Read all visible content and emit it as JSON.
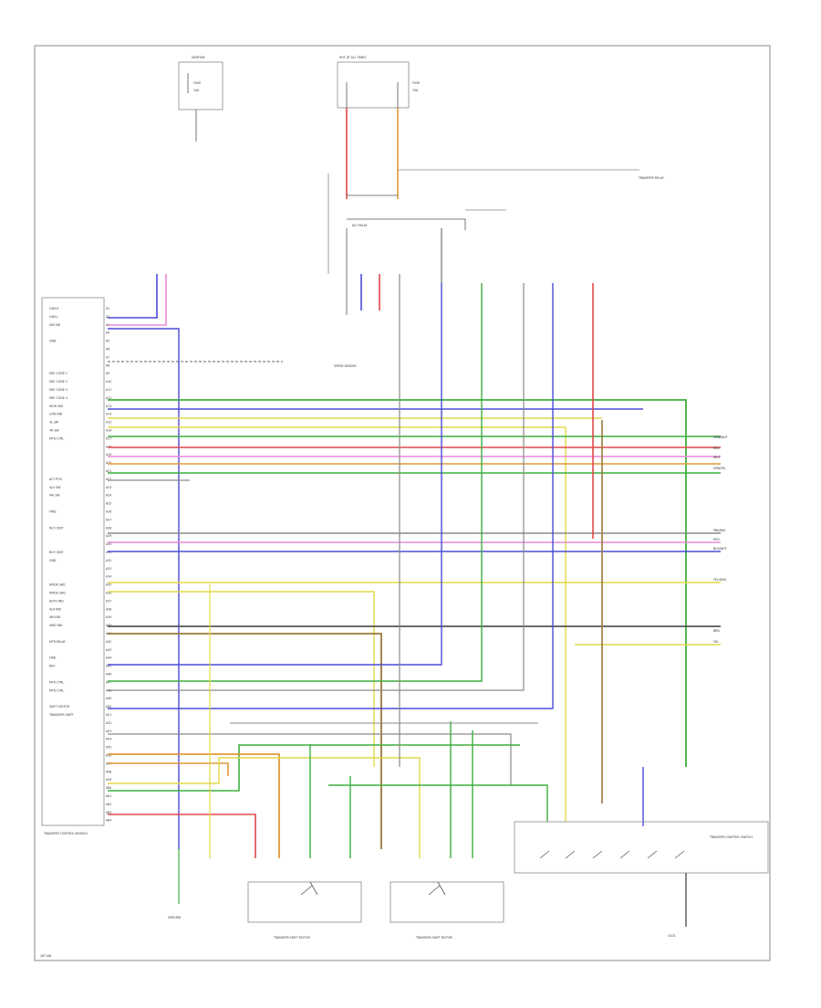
{
  "diagram": {
    "figure_id": "167148",
    "module_label": "TRANSFER CONTROL MODULE",
    "left_connector_pins": [
      "A1",
      "A2",
      "A3",
      "A4",
      "A5",
      "A6",
      "A7",
      "A8",
      "A9",
      "A10",
      "A11",
      "A12",
      "A13",
      "A14",
      "A15",
      "A16",
      "A17",
      "A18",
      "A19",
      "A20",
      "A21",
      "A22",
      "A23",
      "A24",
      "A25",
      "A26",
      "A27",
      "A28",
      "A29",
      "A30",
      "A31",
      "A32",
      "A33",
      "A34",
      "A35",
      "A36",
      "A37",
      "A38",
      "A39",
      "A40",
      "A41",
      "A42",
      "A43",
      "A44",
      "A45",
      "A46",
      "A47",
      "A48",
      "A49",
      "A50",
      "A51",
      "A52",
      "A53",
      "A54",
      "A55",
      "A56",
      "A57",
      "A58",
      "A59",
      "A60",
      "A61",
      "A62",
      "A63",
      "A64"
    ],
    "left_pin_labels": [
      "CAN-H",
      "CAN-L",
      "IGN SW",
      "",
      "GND",
      "",
      "",
      "",
      "ENC CODE 1",
      "ENC CODE 2",
      "ENC CODE 3",
      "ENC CODE 4",
      "HIGH IND",
      "LOW IND",
      "4L SW",
      "4H SW",
      "MTR CTRL",
      "",
      "",
      "",
      "",
      "ACT POS",
      "4LO SW",
      "4HI SW",
      "",
      "FWD",
      "",
      "RLY CONT",
      "",
      "",
      "RLY CONT",
      "GND",
      "",
      "",
      "MODE SW1",
      "MODE SW2",
      "AUTO IND",
      "4LO IND",
      "4HI IND",
      "4WD IND",
      "",
      "MTR RELAY",
      "",
      "FWD",
      "REV",
      "",
      "MTR CTRL",
      "MTR CTRL",
      "",
      "SHIFT MOTOR",
      "TRANSFER SHIFT",
      "",
      "",
      "",
      "",
      "",
      "",
      "",
      "",
      "",
      "",
      "",
      "",
      ""
    ],
    "right_wire_labels": [
      "GRN/WHT",
      "RED",
      "WHT",
      "GRN/YEL",
      "PNK/BLK",
      "RED",
      "BLU/WHT",
      "YEL/GRN",
      "BRN",
      "YEL"
    ],
    "top_left_fuse_box": [
      "IGNITION",
      "FUSE",
      "10A"
    ],
    "top_right_fuse_box": [
      "HOT AT ALL TIMES",
      "FUSE",
      "15A"
    ],
    "top_right_note": "TRANSFER RELAY",
    "shift_motor_left": "TRANSFER SHIFT MOTOR",
    "shift_motor_right": "TRANSFER SHIFT MOTOR",
    "switch_block_label": "TRANSFER CONTROL SWITCH",
    "ground_left": "GROUND",
    "ground_right": "G101",
    "ac_label": "A/C RELAY",
    "speed_label": "SPEED SENSOR"
  },
  "colors": {
    "green": "#3fae3f",
    "blue": "#4b4bd8",
    "red": "#e04848",
    "pink": "#e88ad8",
    "yellow": "#e3d84a",
    "orange": "#e09a3a",
    "brown": "#9a7a3a",
    "gray": "#8a8a8a",
    "black": "#333333",
    "light_blue": "#a8b8ff"
  }
}
